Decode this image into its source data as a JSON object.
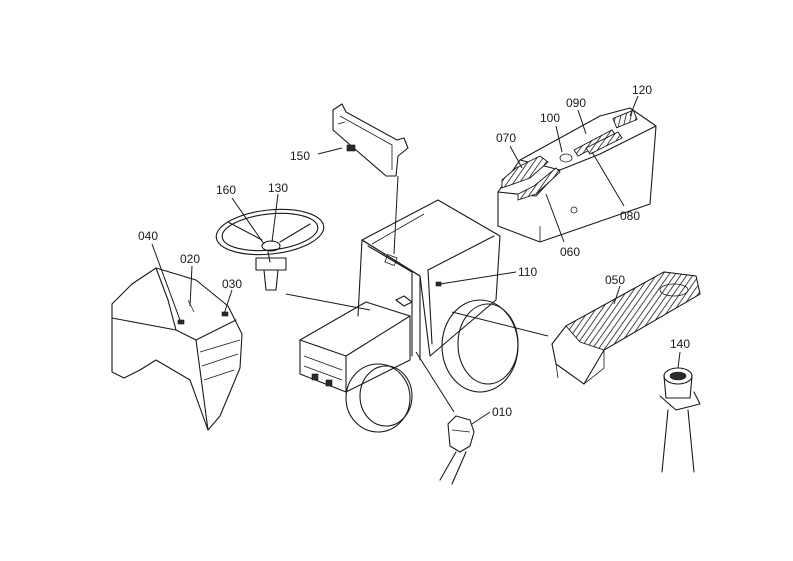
{
  "parts": [
    {
      "id": "part-010",
      "label": "010"
    },
    {
      "id": "part-020",
      "label": "020"
    },
    {
      "id": "part-030",
      "label": "030"
    },
    {
      "id": "part-040",
      "label": "040"
    },
    {
      "id": "part-050",
      "label": "050"
    },
    {
      "id": "part-060",
      "label": "060"
    },
    {
      "id": "part-070",
      "label": "070"
    },
    {
      "id": "part-080",
      "label": "080"
    },
    {
      "id": "part-090",
      "label": "090"
    },
    {
      "id": "part-100",
      "label": "100"
    },
    {
      "id": "part-110",
      "label": "110"
    },
    {
      "id": "part-120",
      "label": "120"
    },
    {
      "id": "part-130",
      "label": "130"
    },
    {
      "id": "part-140",
      "label": "140"
    },
    {
      "id": "part-150",
      "label": "150"
    },
    {
      "id": "part-160",
      "label": "160"
    }
  ]
}
